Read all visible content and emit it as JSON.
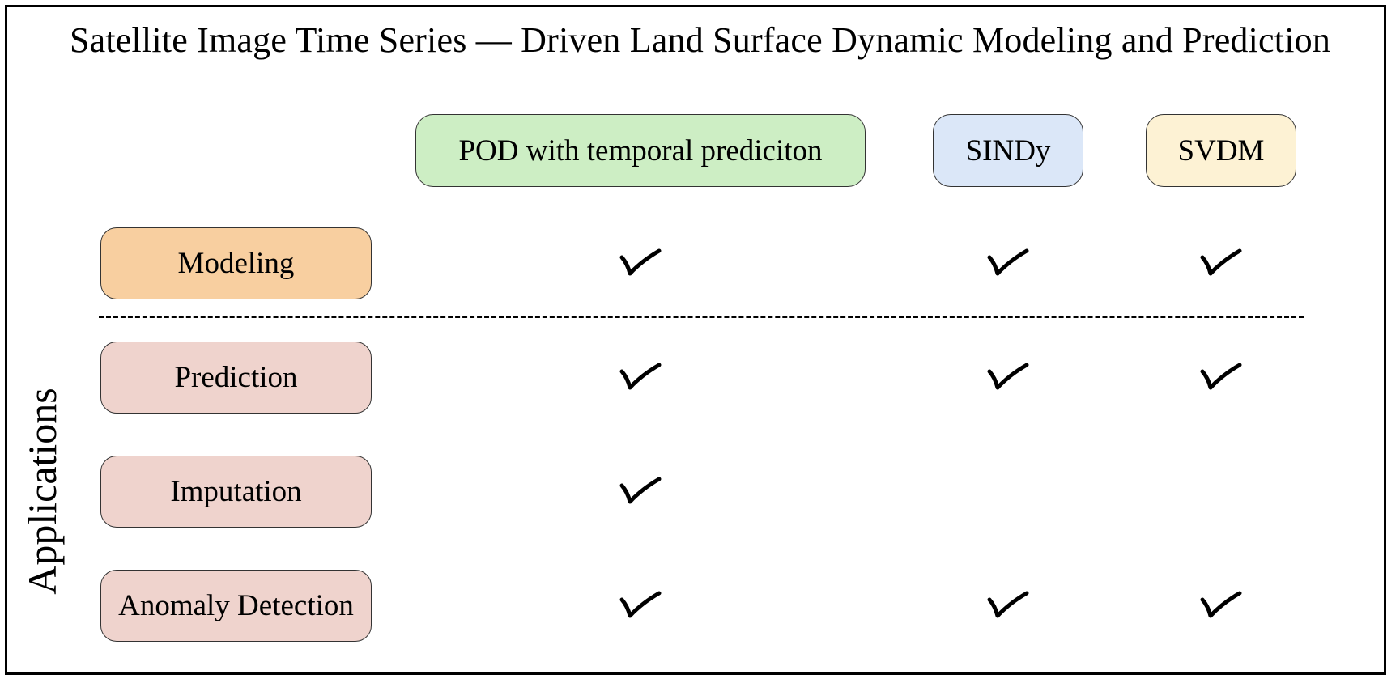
{
  "title": "Satellite Image Time Series — Driven Land Surface Dynamic Modeling and Prediction",
  "side_label": "Applications",
  "methods": [
    {
      "label": "POD with temporal prediciton",
      "fill": "#cdeec4"
    },
    {
      "label": "SINDy",
      "fill": "#dbe7f8"
    },
    {
      "label": "SVDM",
      "fill": "#fdf2d4"
    }
  ],
  "rows": [
    {
      "label": "Modeling",
      "fill": "#f8cfa0",
      "checks": [
        true,
        true,
        true
      ]
    },
    {
      "label": "Prediction",
      "fill": "#efd3cd",
      "checks": [
        true,
        true,
        true
      ]
    },
    {
      "label": "Imputation",
      "fill": "#efd3cd",
      "checks": [
        true,
        false,
        false
      ]
    },
    {
      "label": "Anomaly Detection",
      "fill": "#efd3cd",
      "checks": [
        true,
        true,
        true
      ]
    }
  ]
}
